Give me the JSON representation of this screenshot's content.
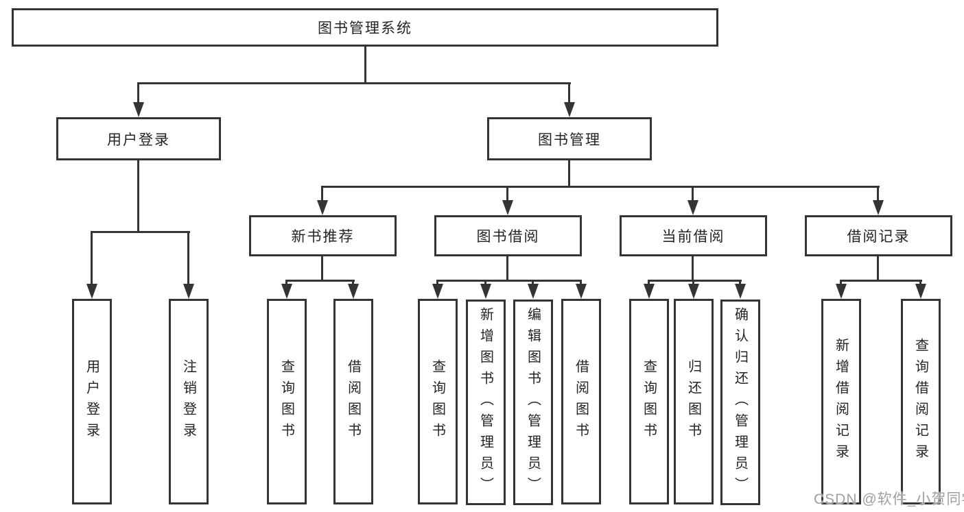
{
  "nodes": {
    "root": {
      "label": "图书管理系统"
    },
    "level2": [
      {
        "label": "用户登录",
        "parent": "图书管理系统"
      },
      {
        "label": "图书管理",
        "parent": "图书管理系统"
      }
    ],
    "level3": [
      {
        "label": "新书推荐",
        "parent": "图书管理"
      },
      {
        "label": "图书借阅",
        "parent": "图书管理"
      },
      {
        "label": "当前借阅",
        "parent": "图书管理"
      },
      {
        "label": "借阅记录",
        "parent": "图书管理"
      }
    ],
    "leaves": [
      {
        "label": "用户登录",
        "parent": "用户登录"
      },
      {
        "label": "注销登录",
        "parent": "用户登录"
      },
      {
        "label": "查询图书",
        "parent": "新书推荐"
      },
      {
        "label": "借阅图书",
        "parent": "新书推荐"
      },
      {
        "label": "查询图书",
        "parent": "图书借阅"
      },
      {
        "label": "新增图书（管理员）",
        "parent": "图书借阅"
      },
      {
        "label": "编辑图书（管理员）",
        "parent": "图书借阅"
      },
      {
        "label": "借阅图书",
        "parent": "图书借阅"
      },
      {
        "label": "查询图书",
        "parent": "当前借阅"
      },
      {
        "label": "归还图书",
        "parent": "当前借阅"
      },
      {
        "label": "确认归还（管理员）",
        "parent": "当前借阅"
      },
      {
        "label": "新增借阅记录",
        "parent": "借阅记录"
      },
      {
        "label": "查询借阅记录",
        "parent": "借阅记录"
      }
    ]
  },
  "watermark": {
    "text": "CSDN @软件_小贺同学",
    "color": "#9f9f9f"
  },
  "colors": {
    "line": "#343434",
    "box_border": "#343434",
    "text": "#242424",
    "background": "#ffffff"
  }
}
